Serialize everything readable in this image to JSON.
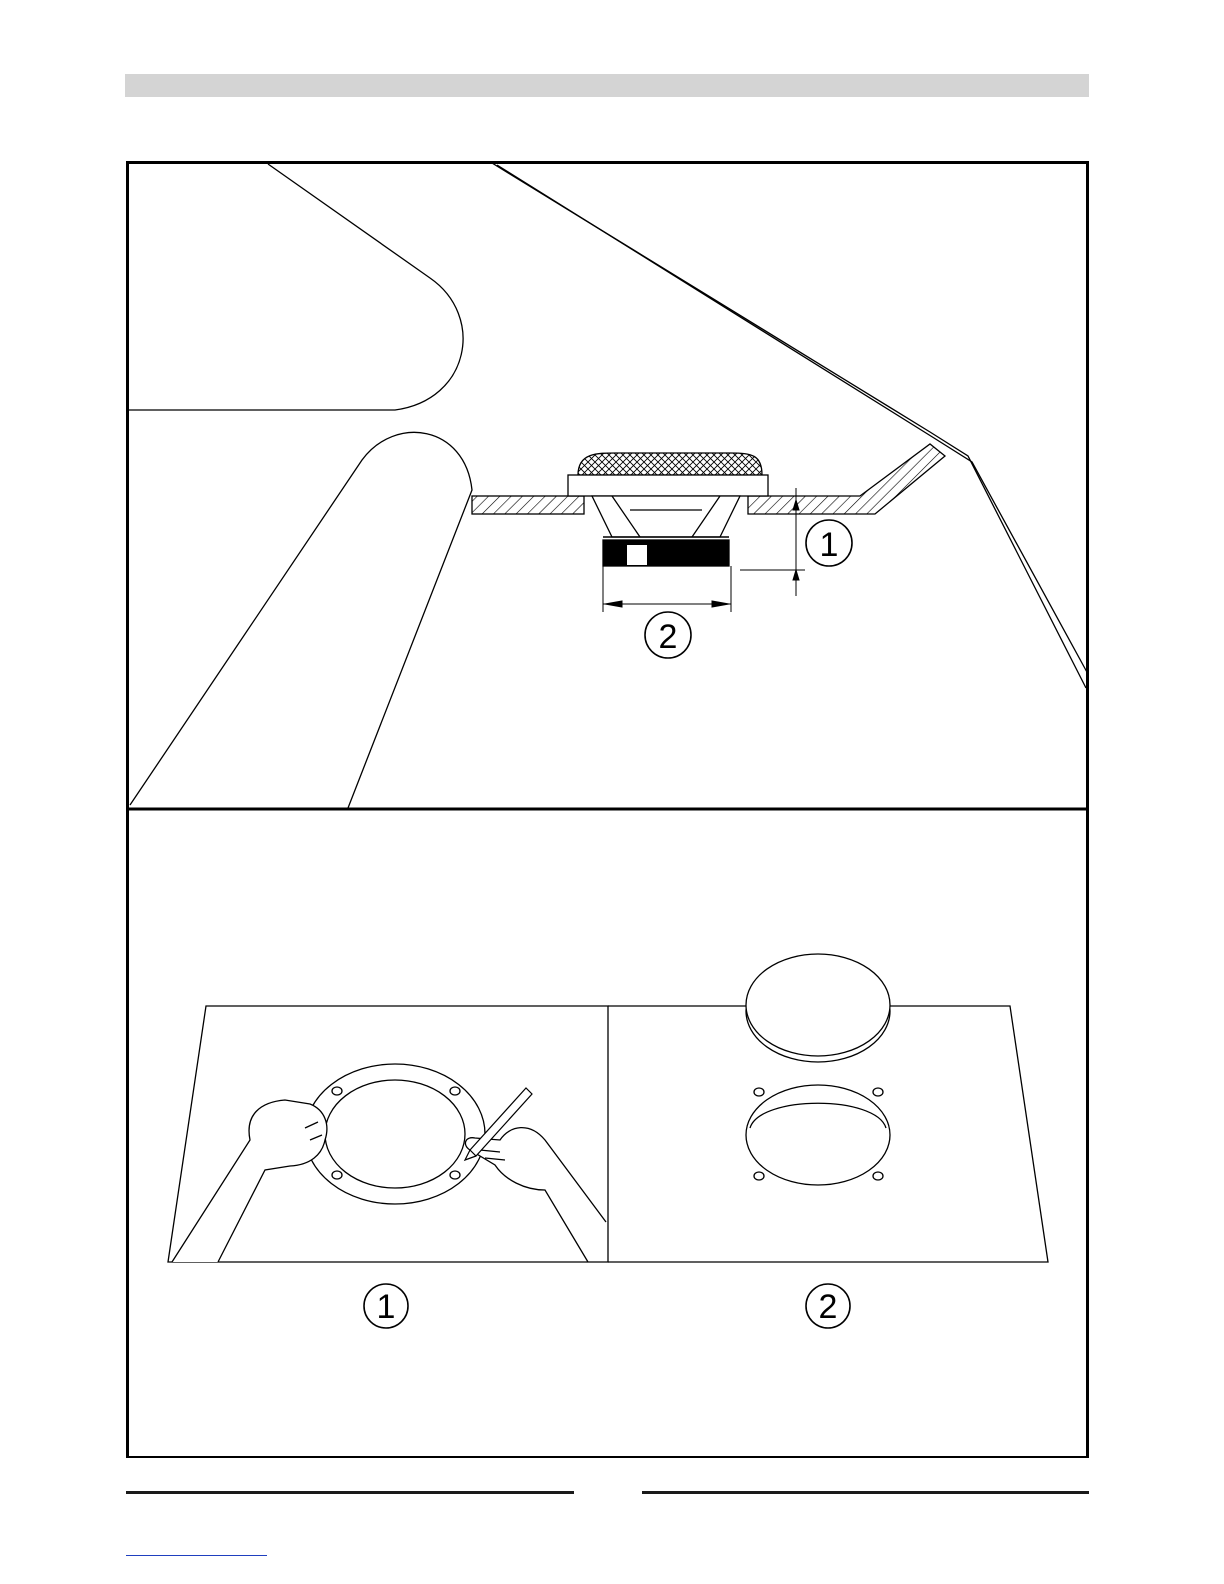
{
  "figure": {
    "top_panel": {
      "callouts": [
        {
          "label": "1"
        },
        {
          "label": "2"
        }
      ]
    },
    "bottom_panel": {
      "step_labels": [
        {
          "label": "1"
        },
        {
          "label": "2"
        }
      ]
    }
  },
  "colors": {
    "header_bar": "#d4d4d4",
    "line": "#000000",
    "footer_rule": "#1a1a1a",
    "link_underline": "#1f3fbf"
  },
  "icons": [
    "speaker-icon",
    "hand-icon",
    "pencil-icon",
    "mounting-ring-icon",
    "cutout-disc-icon"
  ]
}
